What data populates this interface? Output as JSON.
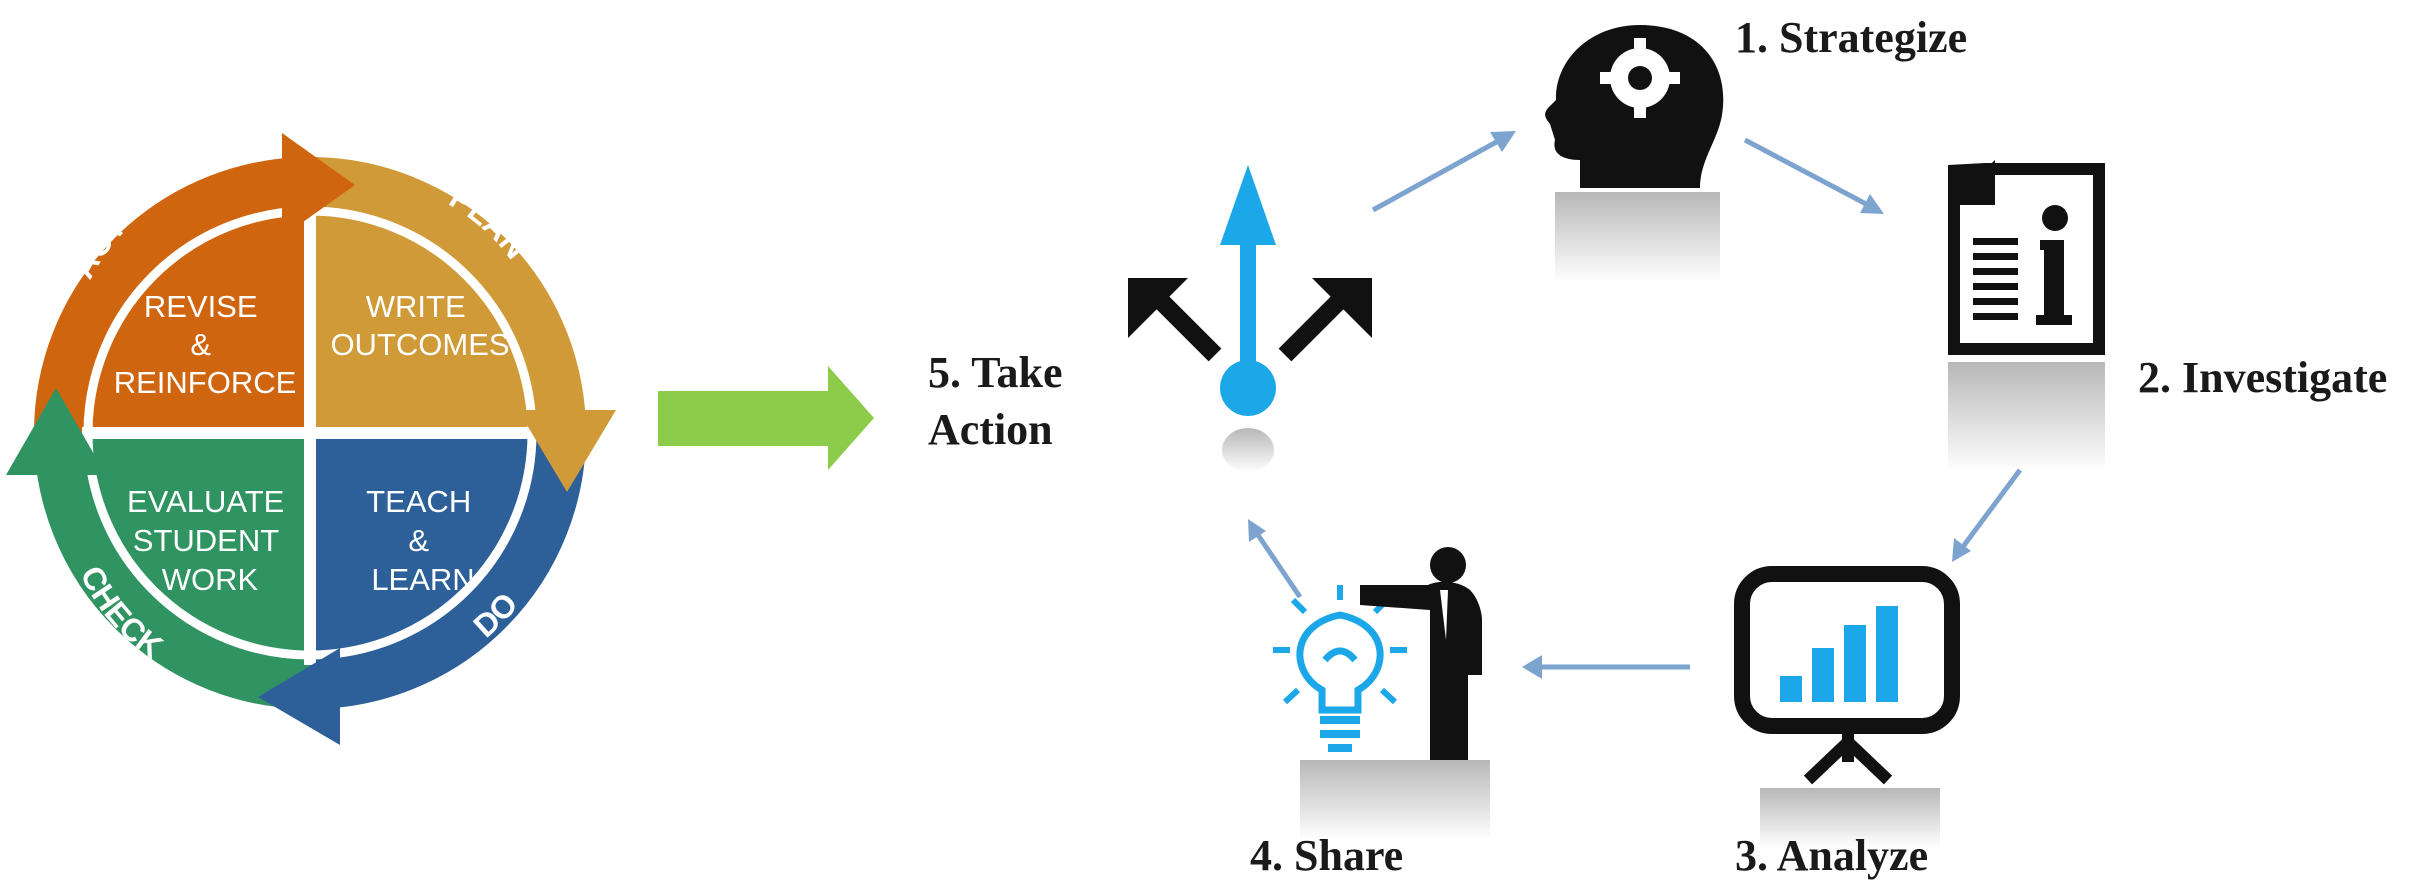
{
  "pdca": {
    "quadrants": {
      "act_lines": [
        "REVISE",
        "&",
        "REINFORCE"
      ],
      "plan_lines": [
        "WRITE",
        "OUTCOMES"
      ],
      "check_lines": [
        "EVALUATE",
        "STUDENT",
        "WORK"
      ],
      "do_lines": [
        "TEACH",
        "&",
        "LEARN"
      ]
    },
    "ring_labels": {
      "act": "ACT",
      "plan": "PLAN",
      "check": "CHECK",
      "do": "DO"
    },
    "colors": {
      "act": "#D0650F",
      "plan": "#CF9A37",
      "check": "#2F9462",
      "do": "#2D6099",
      "connector": "#8DCB4A"
    }
  },
  "steps": {
    "strategize": "1. Strategize",
    "investigate": "2. Investigate",
    "analyze": "3. Analyze",
    "share": "4. Share",
    "take_action_lines": [
      "5. Take",
      "Action"
    ]
  },
  "icons": {
    "step1": "head-with-gear-icon",
    "step2": "information-document-icon",
    "step3": "bar-chart-presentation-icon",
    "step4": "presenter-lightbulb-icon",
    "step5": "branching-arrows-icon"
  },
  "accent": "#1BA7E8"
}
